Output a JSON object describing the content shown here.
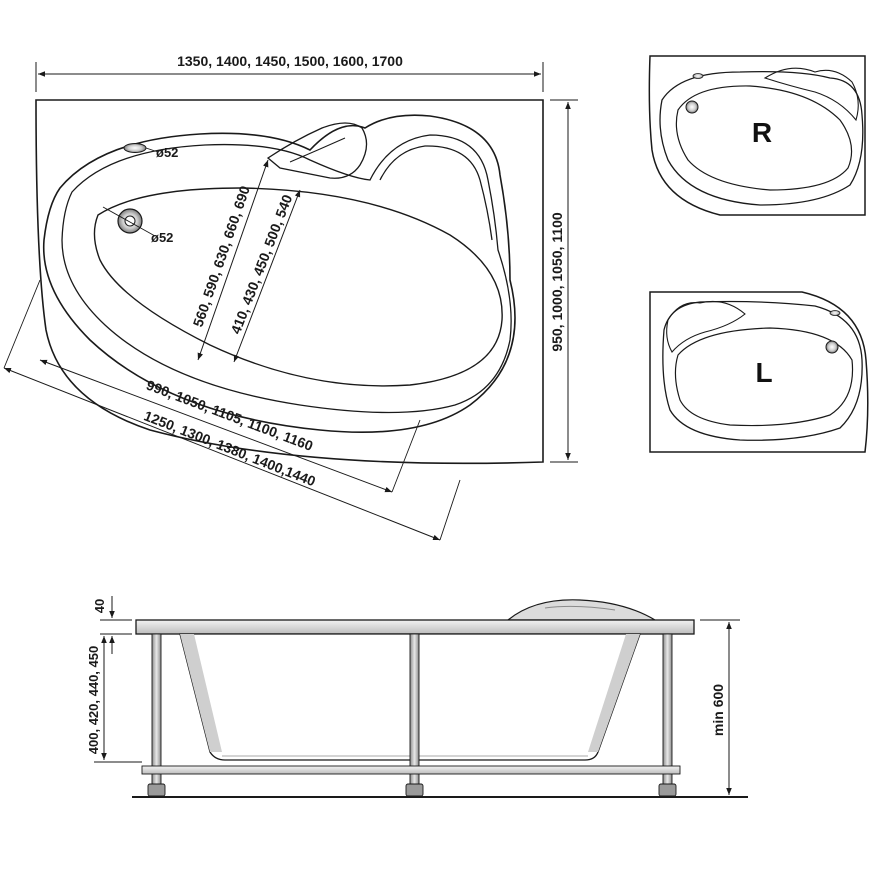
{
  "colors": {
    "ink": "#1a1a1a",
    "shade_dark": "#9a9a9a",
    "shade_light": "#e6e6e6",
    "background": "#ffffff"
  },
  "top_view": {
    "width_label": "1350, 1400, 1450, 1500, 1600, 1700",
    "depth_label": "950, 1000, 1050, 1100",
    "inner_length_label": "990, 1050, 1105, 1100, 1160",
    "outer_length_label": "1250, 1300, 1380, 1400,1440",
    "inner_width_large_label": "560, 590, 630, 660, 690",
    "inner_width_small_label": "410, 430, 450, 500, 540",
    "overflow_label": "ø52",
    "drain_label": "ø52"
  },
  "variants": {
    "right_label": "R",
    "left_label": "L"
  },
  "side_view": {
    "rim_label": "40",
    "height_label": "400, 420, 440, 450",
    "min_height_label": "min 600"
  }
}
